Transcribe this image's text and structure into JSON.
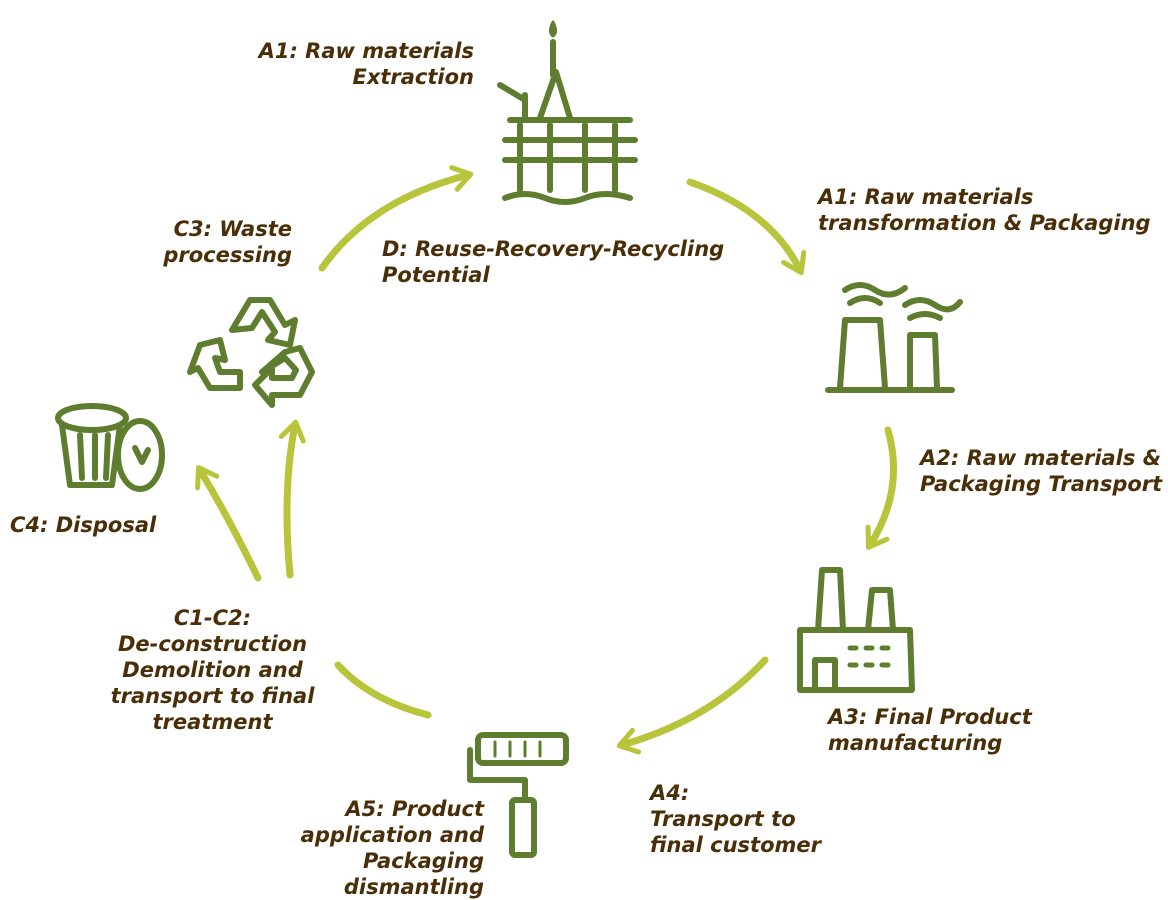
{
  "colors": {
    "arrow": "#b8c43a",
    "icon": "#5f7d2e",
    "text": "#4a2e08"
  },
  "stages": [
    {
      "id": "a1-extraction",
      "lines": [
        "A1: Raw materials",
        "Extraction"
      ],
      "icon": "oil-platform-icon"
    },
    {
      "id": "a1-transformation",
      "lines": [
        "A1: Raw materials",
        "transformation & Packaging"
      ],
      "icon": "factory-chimneys-icon"
    },
    {
      "id": "a2-transport",
      "lines": [
        "A2: Raw materials &",
        "Packaging Transport"
      ],
      "icon": ""
    },
    {
      "id": "a3-manufacturing",
      "lines": [
        "A3: Final Product",
        "manufacturing"
      ],
      "icon": "factory-building-icon"
    },
    {
      "id": "a4-transport",
      "lines": [
        "A4:",
        "Transport to",
        "final customer"
      ],
      "icon": ""
    },
    {
      "id": "a5-application",
      "lines": [
        "A5: Product",
        "application and",
        "Packaging",
        "dismantling"
      ],
      "icon": "paint-roller-icon"
    },
    {
      "id": "c1-c2-deconstruction",
      "lines": [
        "C1-C2:",
        "De-construction",
        "Demolition and",
        "transport to final",
        "treatment"
      ],
      "icon": ""
    },
    {
      "id": "c4-disposal",
      "lines": [
        "C4: Disposal"
      ],
      "icon": "trash-bin-icon"
    },
    {
      "id": "c3-waste",
      "lines": [
        "C3: Waste",
        "processing"
      ],
      "icon": "recycle-icon"
    },
    {
      "id": "d-reuse",
      "lines": [
        "D: Reuse-Recovery-Recycling",
        "Potential"
      ],
      "icon": ""
    }
  ]
}
